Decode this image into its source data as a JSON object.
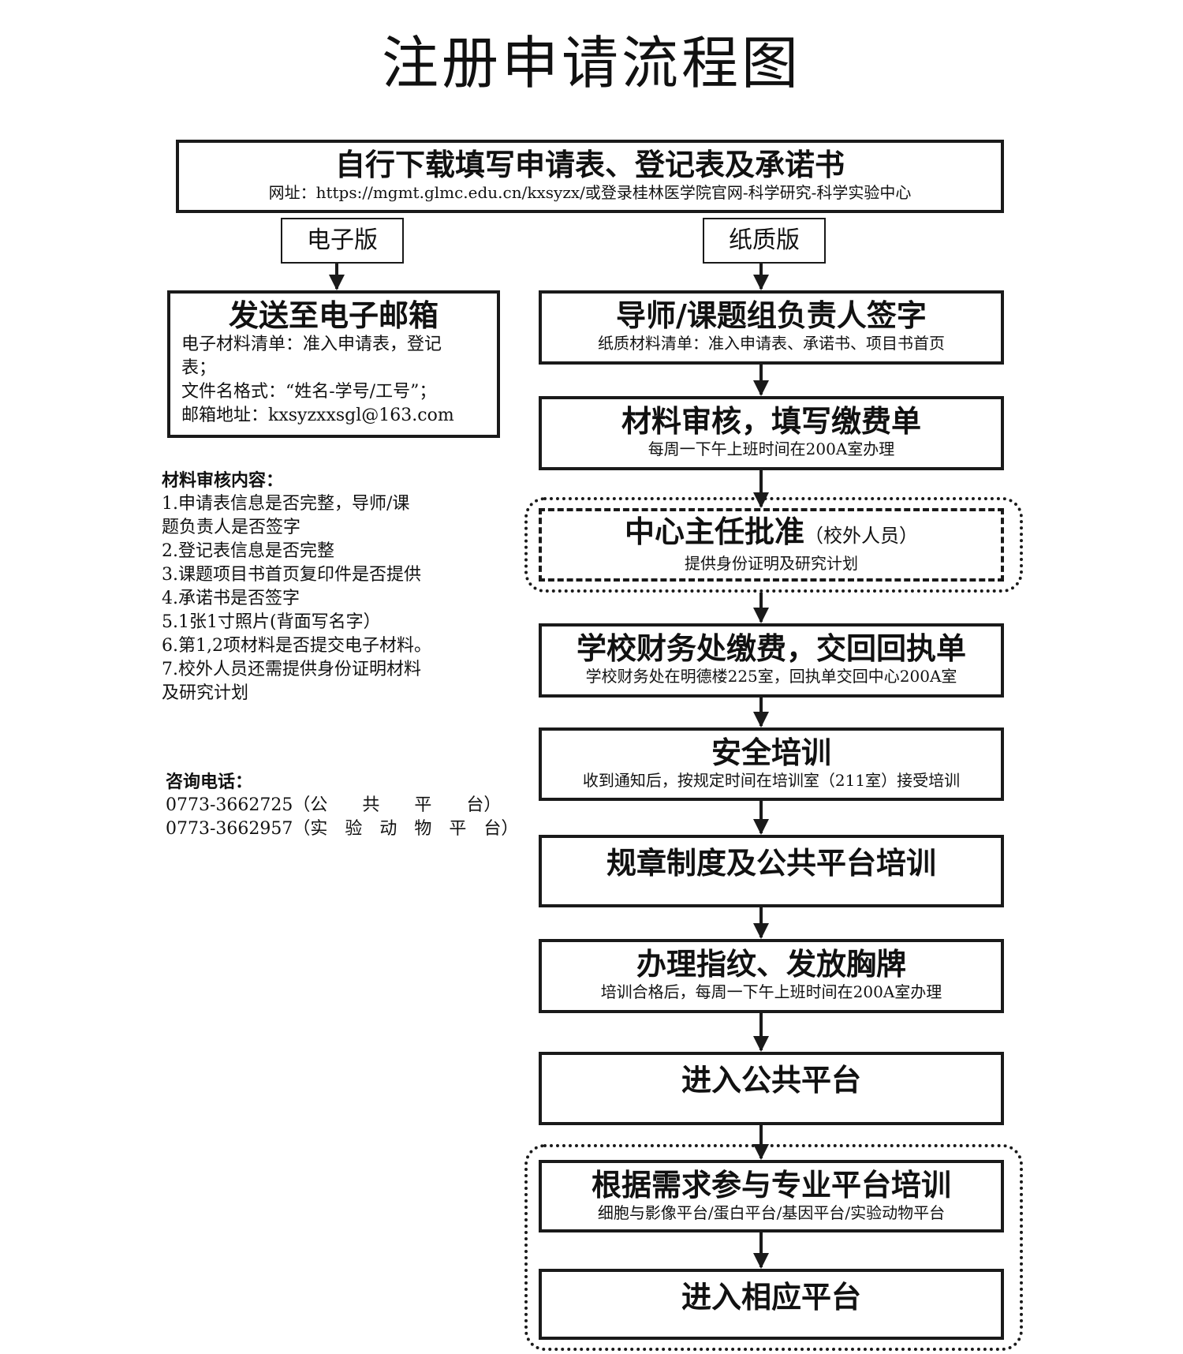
{
  "title": "注册申请流程图",
  "top_box": {
    "title": "自行下载填写申请表、登记表及承诺书",
    "sub": "网址：https://mgmt.glmc.edu.cn/kxsyzx/或登录桂林医学院官网-科学研究-科学实验中心"
  },
  "branch_electronic": "电子版",
  "branch_paper": "纸质版",
  "email_box": {
    "title": "发送至电子邮箱",
    "lines": [
      "电子材料清单：准入申请表，登记",
      "表；",
      "文件名格式：“姓名-学号/工号”；",
      "邮箱地址：kxsyzxxsgl@163.com"
    ]
  },
  "review_notes": {
    "heading": "材料审核内容：",
    "items": [
      "1.申请表信息是否完整，导师/课",
      "题负责人是否签字",
      "2.登记表信息是否完整",
      "3.课题项目书首页复印件是否提供",
      "4.承诺书是否签字",
      "5.1张1寸照片(背面写名字）",
      "6.第1,2项材料是否提交电子材料。",
      "7.校外人员还需提供身份证明材料",
      "及研究计划"
    ]
  },
  "contact": {
    "heading": "咨询电话：",
    "lines": [
      "0773-3662725（公　　共　　平　　台）",
      "0773-3662957（实　验　动　物　平　台）"
    ]
  },
  "steps": [
    {
      "title": "导师/课题组负责人签字",
      "sub": "纸质材料清单：准入申请表、承诺书、项目书首页"
    },
    {
      "title": "材料审核，填写缴费单",
      "sub": "每周一下午上班时间在200A室办理"
    },
    {
      "title": "中心主任批准",
      "note": "（校外人员）",
      "sub": "提供身份证明及研究计划"
    },
    {
      "title": "学校财务处缴费，交回回执单",
      "sub": "学校财务处在明德楼225室，回执单交回中心200A室"
    },
    {
      "title": "安全培训",
      "sub": "收到通知后，按规定时间在培训室（211室）接受培训"
    },
    {
      "title": "规章制度及公共平台培训",
      "sub": ""
    },
    {
      "title": "办理指纹、发放胸牌",
      "sub": "培训合格后，每周一下午上班时间在200A室办理"
    },
    {
      "title": "进入公共平台",
      "sub": ""
    },
    {
      "title": "根据需求参与专业平台培训",
      "sub": "细胞与影像平台/蛋白平台/基因平台/实验动物平台"
    },
    {
      "title": "进入相应平台",
      "sub": ""
    }
  ]
}
